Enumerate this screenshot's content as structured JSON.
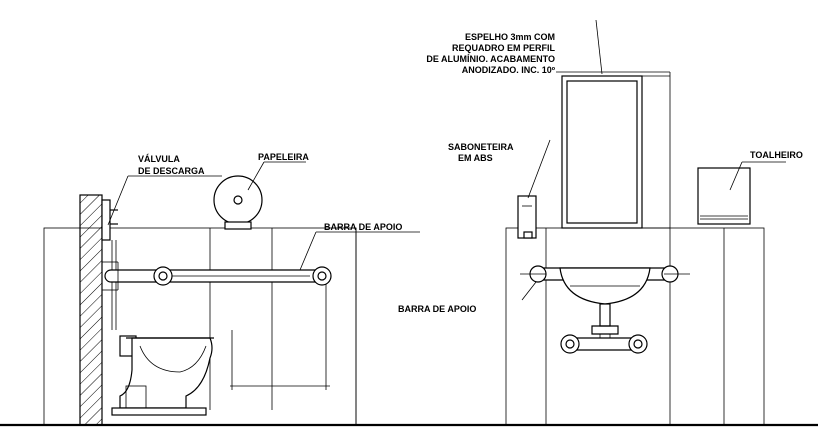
{
  "labels": {
    "valvula_line1": "VÁLVULA",
    "valvula_line2": "DE DESCARGA",
    "papeleira": "PAPELEIRA",
    "barra_apoio_left": "BARRA DE APOIO",
    "espelho_line1": "ESPELHO 3mm COM",
    "espelho_line2": "REQUADRO EM PERFIL",
    "espelho_line3": "DE ALUMÍNIO. ACABAMENTO",
    "espelho_line4": "ANODIZADO. INC. 10º",
    "saboneteira_line1": "SABONETEIRA",
    "saboneteira_line2": "EM ABS",
    "toalheiro": "TOALHEIRO",
    "barra_apoio_right": "BARRA DE APOIO"
  },
  "colors": {
    "ink": "#000000",
    "paper": "#ffffff"
  }
}
